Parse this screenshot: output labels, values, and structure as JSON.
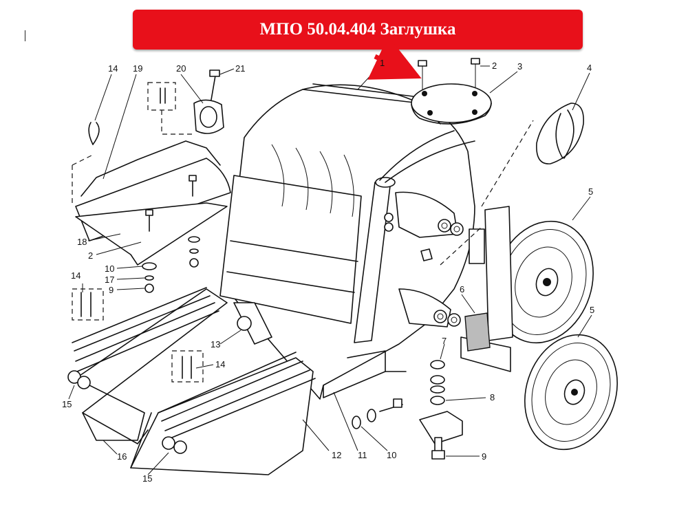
{
  "banner": {
    "text": "МПО 50.04.404 Заглушка",
    "color": "#e8101a"
  },
  "callouts": [
    {
      "id": "14-top",
      "text": "14"
    },
    {
      "id": "19",
      "text": "19"
    },
    {
      "id": "20",
      "text": "20"
    },
    {
      "id": "21",
      "text": "21"
    },
    {
      "id": "1",
      "text": "1"
    },
    {
      "id": "2-top",
      "text": "2"
    },
    {
      "id": "3",
      "text": "3"
    },
    {
      "id": "4",
      "text": "4"
    },
    {
      "id": "5-upper",
      "text": "5"
    },
    {
      "id": "5-lower",
      "text": "5"
    },
    {
      "id": "18",
      "text": "18"
    },
    {
      "id": "2-left",
      "text": "2"
    },
    {
      "id": "10-left",
      "text": "10"
    },
    {
      "id": "17",
      "text": "17"
    },
    {
      "id": "9-left",
      "text": "9"
    },
    {
      "id": "14-left",
      "text": "14"
    },
    {
      "id": "13",
      "text": "13"
    },
    {
      "id": "14-mid",
      "text": "14"
    },
    {
      "id": "15-left",
      "text": "15"
    },
    {
      "id": "16",
      "text": "16"
    },
    {
      "id": "15-bottom",
      "text": "15"
    },
    {
      "id": "12",
      "text": "12"
    },
    {
      "id": "11",
      "text": "11"
    },
    {
      "id": "10-bottom",
      "text": "10"
    },
    {
      "id": "6",
      "text": "6"
    },
    {
      "id": "7",
      "text": "7"
    },
    {
      "id": "8",
      "text": "8"
    },
    {
      "id": "9-bottom",
      "text": "9"
    }
  ],
  "pointer_arrow": {
    "color": "#e8101a"
  }
}
